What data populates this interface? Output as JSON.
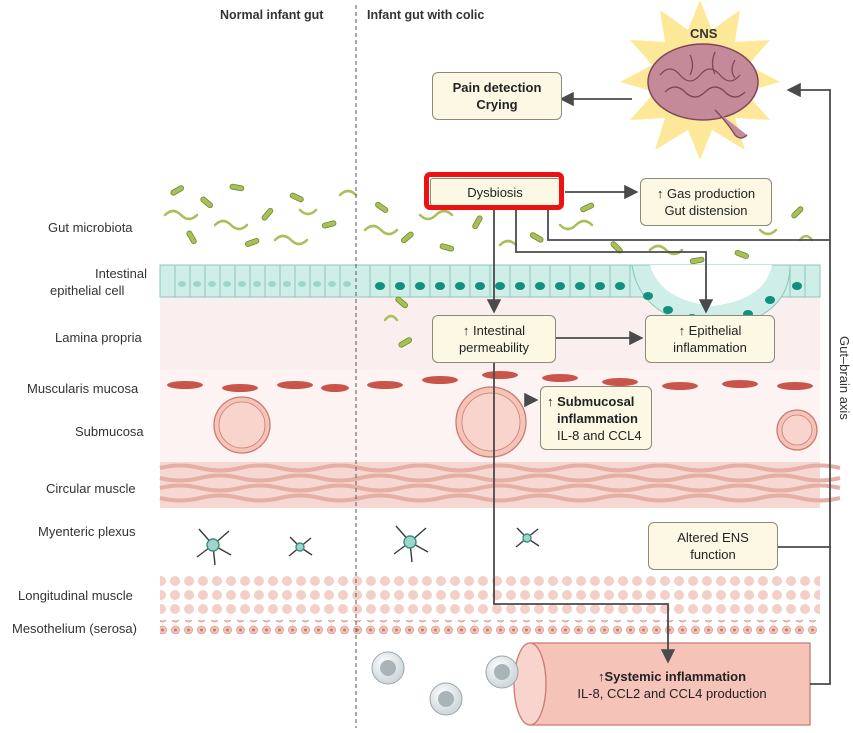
{
  "headers": {
    "left": "Normal infant gut",
    "right": "Infant gut with colic"
  },
  "layers": [
    "Gut microbiota",
    "Intestinal",
    "epithelial cell",
    "Lamina propria",
    "Muscularis mucosa",
    "Submucosa",
    "Circular muscle",
    "Myenteric plexus",
    "Longitudinal muscle",
    "Mesothelium (serosa)"
  ],
  "boxes": {
    "cns": "CNS",
    "pain": {
      "line1": "Pain detection",
      "line2": "Crying"
    },
    "dysbiosis": "Dysbiosis",
    "gas": {
      "line1": "↑ Gas production",
      "line2": "Gut distension"
    },
    "permeability": {
      "line1": "↑ Intestinal",
      "line2": "permeability"
    },
    "epithelial": {
      "line1": "↑ Epithelial",
      "line2": "inflammation"
    },
    "submucosal": {
      "line1": "↑ Submucosal",
      "line2": "inflammation",
      "line3": "IL-8 and CCL4"
    },
    "ens": {
      "line1": "Altered ENS",
      "line2": "function"
    },
    "systemic": {
      "line1": "↑Systemic inflammation",
      "line2": "IL-8, CCL2 and CCL4 production"
    }
  },
  "axis_label": "Gut–brain axis",
  "colors": {
    "highlight": "#ee1111",
    "box_fill": "#fdf8e4",
    "epithelium": "#cfeee8",
    "lamina": "#fbeeee",
    "muscle": "#f3c9c0",
    "bacteria": "#a8bf5a"
  }
}
